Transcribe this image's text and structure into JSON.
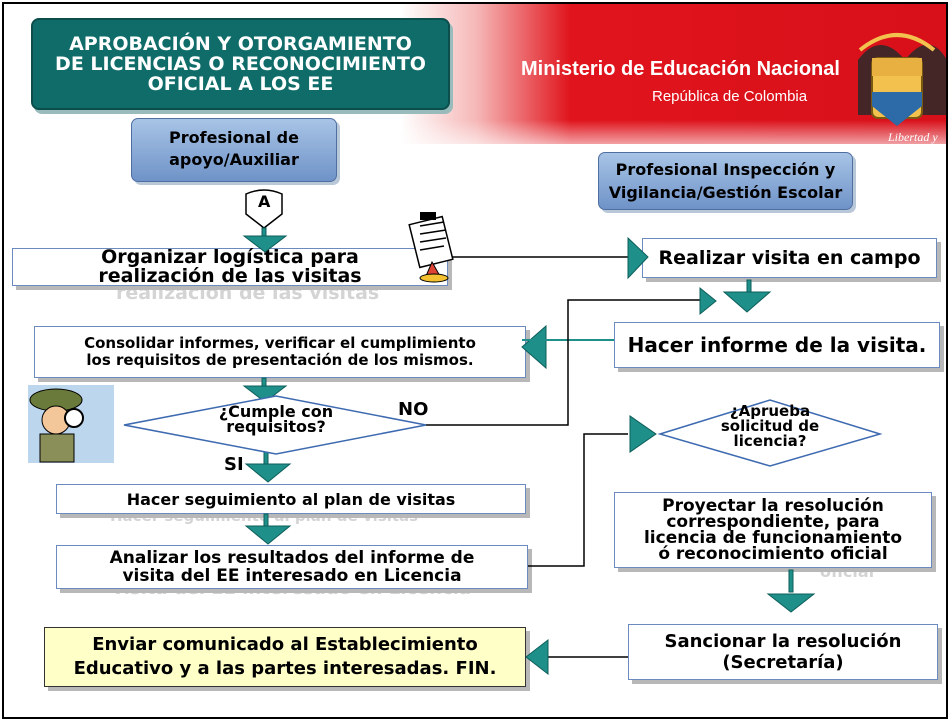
{
  "header": {
    "title": "APROBACIÓN Y OTORGAMIENTO\nDE LICENCIAS O RECONOCIMIENTO\nOFICIAL A LOS EE",
    "ministry": "Ministerio de Educación Nacional",
    "republic": "República de Colombia",
    "motto": "Libertad y Orden"
  },
  "roles": {
    "left": "Profesional de\napoyo/Auxiliar",
    "right": "Profesional Inspección y\nVigilancia/Gestión Escolar"
  },
  "connector": "A",
  "steps": {
    "organize": "Organizar logística para\nrealización de las visitas",
    "visit": "Realizar visita en campo",
    "report": "Hacer informe de la visita.",
    "consolidate": "Consolidar informes, verificar el cumplimiento\nlos requisitos de presentación de los mismos.",
    "followup": "Hacer seguimiento al plan de visitas",
    "analyze": "Analizar los resultados del informe de\nvisita del EE interesado en Licencia",
    "project": "Proyectar la resolución\ncorrespondiente, para\nlicencia de funcionamiento\nó reconocimiento oficial",
    "sanction": "Sancionar la resolución\n(Secretaría)",
    "send": "Enviar comunicado al Establecimiento\nEducativo y a las partes interesadas. FIN."
  },
  "decisions": {
    "requirements": "¿Cumple con\nrequisitos?",
    "approve": "¿Aprueba\nsolicitud de\nlicencia?"
  },
  "labels": {
    "no": "NO",
    "yes": "SI"
  },
  "colors": {
    "title_bg": "#0f6c69",
    "arrow": "#1f8f8a",
    "banner_red": "#e0141c",
    "final_bg": "#ffffc8"
  }
}
